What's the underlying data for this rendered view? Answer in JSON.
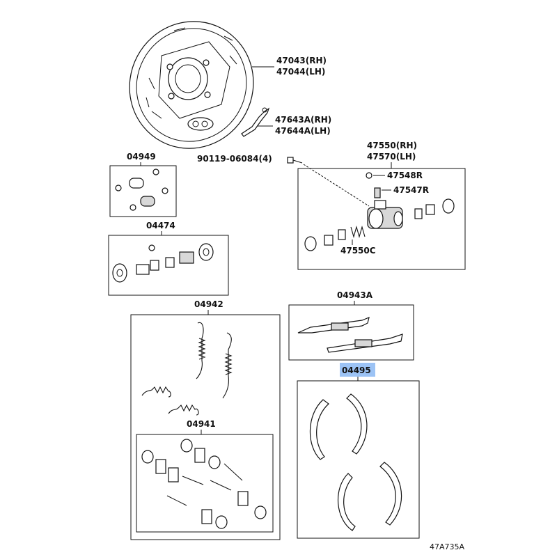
{
  "labels": {
    "plate_rh": "47043(RH)",
    "plate_lh": "47044(LH)",
    "lever_rh": "47643A(RH)",
    "lever_lh": "47644A(LH)",
    "bolt": "90119-06084(4)",
    "cyl_rh": "47550(RH)",
    "cyl_lh": "47570(LH)",
    "bleeder_a": "47548R",
    "bleeder_b": "47547R",
    "cyl_kit_piston": "47550C",
    "kit_04949": "04949",
    "kit_04474": "04474",
    "kit_04942": "04942",
    "kit_04941": "04941",
    "kit_04943a": "04943A",
    "kit_04495": "04495",
    "diagram_code": "47A735A"
  },
  "highlight": {
    "label_key": "kit_04495",
    "color": "#9cc3f5"
  }
}
